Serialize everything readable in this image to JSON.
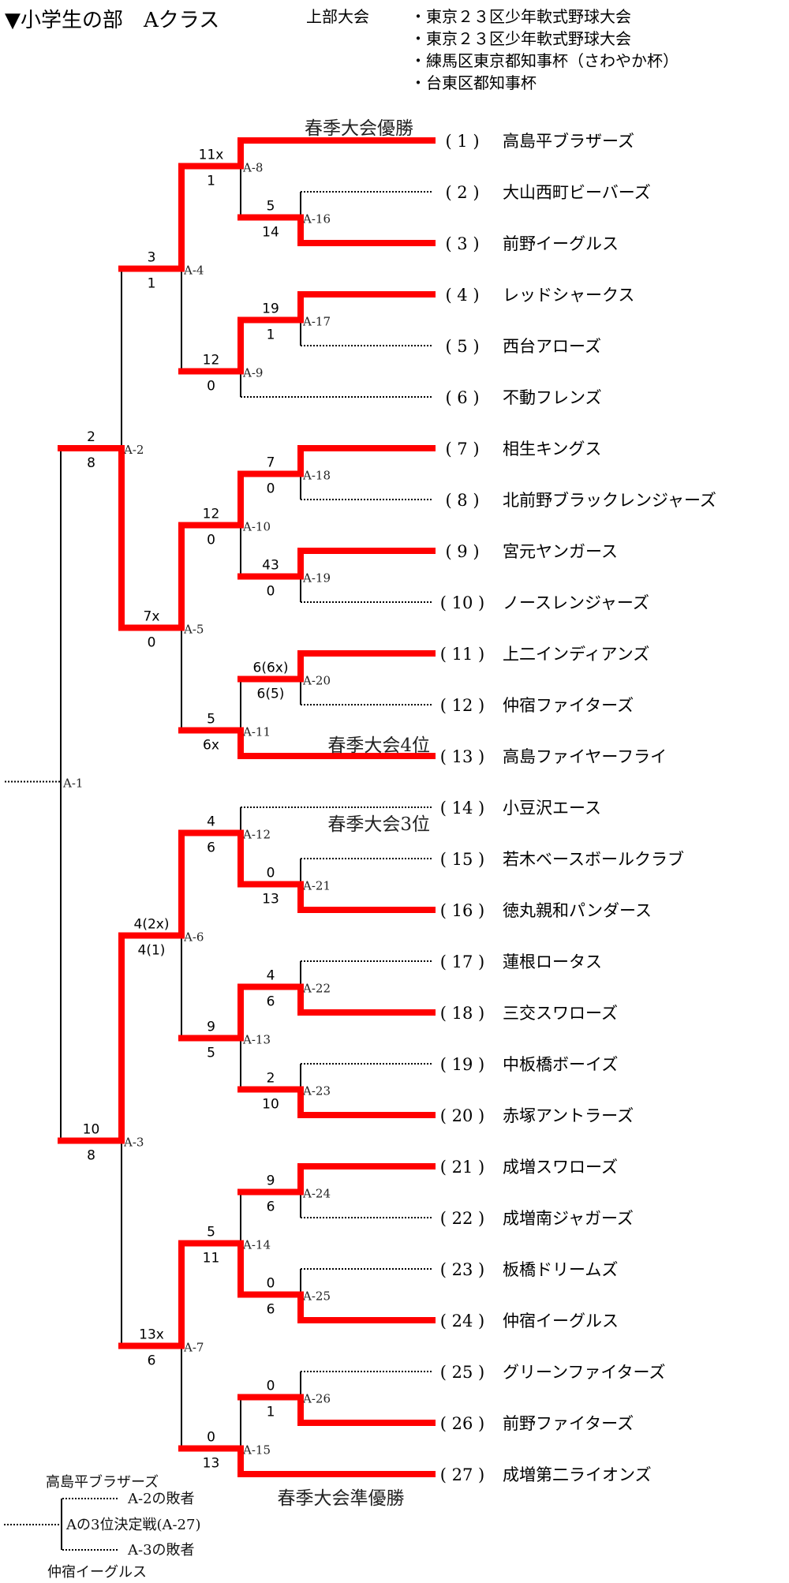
{
  "header": {
    "title": "▼小学生の部　Aクラス",
    "upper_label": "上部大会",
    "upper_list": [
      "・東京２３区少年軟式野球大会",
      "・東京２３区少年軟式野球大会",
      "・練馬区東京都知事杯（さわやか杯）",
      "・台東区都知事杯"
    ]
  },
  "colors": {
    "win": "#ff0000",
    "line": "#000000"
  },
  "teams": [
    {
      "no": "( 1 )",
      "name": "高島平ブラザーズ"
    },
    {
      "no": "( 2 )",
      "name": "大山西町ビーバーズ"
    },
    {
      "no": "( 3 )",
      "name": "前野イーグルス"
    },
    {
      "no": "( 4 )",
      "name": "レッドシャークス"
    },
    {
      "no": "( 5 )",
      "name": "西台アローズ"
    },
    {
      "no": "( 6 )",
      "name": "不動フレンズ"
    },
    {
      "no": "( 7 )",
      "name": "相生キングス"
    },
    {
      "no": "( 8 )",
      "name": "北前野ブラックレンジャーズ"
    },
    {
      "no": "( 9 )",
      "name": "宮元ヤンガース"
    },
    {
      "no": "( 10 )",
      "name": "ノースレンジャーズ"
    },
    {
      "no": "( 11 )",
      "name": "上二インディアンズ"
    },
    {
      "no": "( 12 )",
      "name": "仲宿ファイターズ"
    },
    {
      "no": "( 13 )",
      "name": "高島ファイヤーフライ"
    },
    {
      "no": "( 14 )",
      "name": "小豆沢エース"
    },
    {
      "no": "( 15 )",
      "name": "若木ベースボールクラブ"
    },
    {
      "no": "( 16 )",
      "name": "徳丸親和パンダース"
    },
    {
      "no": "( 17 )",
      "name": "蓮根ロータス"
    },
    {
      "no": "( 18 )",
      "name": "三交スワローズ"
    },
    {
      "no": "( 19 )",
      "name": "中板橋ボーイズ"
    },
    {
      "no": "( 20 )",
      "name": "赤塚アントラーズ"
    },
    {
      "no": "( 21 )",
      "name": "成増スワローズ"
    },
    {
      "no": "( 22 )",
      "name": "成増南ジャガーズ"
    },
    {
      "no": "( 23 )",
      "name": "板橋ドリームズ"
    },
    {
      "no": "( 24 )",
      "name": "仲宿イーグルス"
    },
    {
      "no": "( 25 )",
      "name": "グリーンファイターズ"
    },
    {
      "no": "( 26 )",
      "name": "前野ファイターズ"
    },
    {
      "no": "( 27 )",
      "name": "成増第二ライオンズ"
    }
  ],
  "matches": {
    "A-1": {
      "label": "A-1",
      "played": false
    },
    "A-2": {
      "label": "A-2",
      "top": "2",
      "bottom": "8",
      "winner": "bottom"
    },
    "A-3": {
      "label": "A-3",
      "top": "10",
      "bottom": "8",
      "winner": "top"
    },
    "A-4": {
      "label": "A-4",
      "top": "3",
      "bottom": "1",
      "winner": "top"
    },
    "A-5": {
      "label": "A-5",
      "top": "7x",
      "bottom": "0",
      "winner": "top"
    },
    "A-6": {
      "label": "A-6",
      "top": "4(2x)",
      "bottom": "4(1)",
      "winner": "top"
    },
    "A-7": {
      "label": "A-7",
      "top": "13x",
      "bottom": "6",
      "winner": "top"
    },
    "A-8": {
      "label": "A-8",
      "top": "11x",
      "bottom": "1",
      "winner": "top"
    },
    "A-9": {
      "label": "A-9",
      "top": "12",
      "bottom": "0",
      "winner": "top"
    },
    "A-10": {
      "label": "A-10",
      "top": "12",
      "bottom": "0",
      "winner": "top"
    },
    "A-11": {
      "label": "A-11",
      "top": "5",
      "bottom": "6x",
      "winner": "bottom"
    },
    "A-12": {
      "label": "A-12",
      "top": "4",
      "bottom": "6",
      "winner": "bottom"
    },
    "A-13": {
      "label": "A-13",
      "top": "9",
      "bottom": "5",
      "winner": "top"
    },
    "A-14": {
      "label": "A-14",
      "top": "5",
      "bottom": "11",
      "winner": "bottom"
    },
    "A-15": {
      "label": "A-15",
      "top": "0",
      "bottom": "13",
      "winner": "bottom"
    },
    "A-16": {
      "label": "A-16",
      "top": "5",
      "bottom": "14",
      "winner": "bottom"
    },
    "A-17": {
      "label": "A-17",
      "top": "19",
      "bottom": "1",
      "winner": "top"
    },
    "A-18": {
      "label": "A-18",
      "top": "7",
      "bottom": "0",
      "winner": "top"
    },
    "A-19": {
      "label": "A-19",
      "top": "43",
      "bottom": "0",
      "winner": "top"
    },
    "A-20": {
      "label": "A-20",
      "top": "6(6x)",
      "bottom": "6(5)",
      "winner": "top"
    },
    "A-21": {
      "label": "A-21",
      "top": "0",
      "bottom": "13",
      "winner": "bottom"
    },
    "A-22": {
      "label": "A-22",
      "top": "4",
      "bottom": "6",
      "winner": "bottom"
    },
    "A-23": {
      "label": "A-23",
      "top": "2",
      "bottom": "10",
      "winner": "bottom"
    },
    "A-24": {
      "label": "A-24",
      "top": "9",
      "bottom": "6",
      "winner": "top"
    },
    "A-25": {
      "label": "A-25",
      "top": "0",
      "bottom": "6",
      "winner": "bottom"
    },
    "A-26": {
      "label": "A-26",
      "top": "0",
      "bottom": "1",
      "winner": "bottom"
    }
  },
  "remarks": {
    "champion": "春季大会優勝",
    "fourth": "春季大会4位",
    "third": "春季大会3位",
    "runner_up": "春季大会準優勝"
  },
  "third_place": {
    "team_top": "高島平ブラザーズ",
    "slot_top": "A-2の敗者",
    "title": "Aの3位決定戦(A-27)",
    "slot_bottom": "A-3の敗者",
    "team_bottom": "仲宿イーグルス"
  }
}
